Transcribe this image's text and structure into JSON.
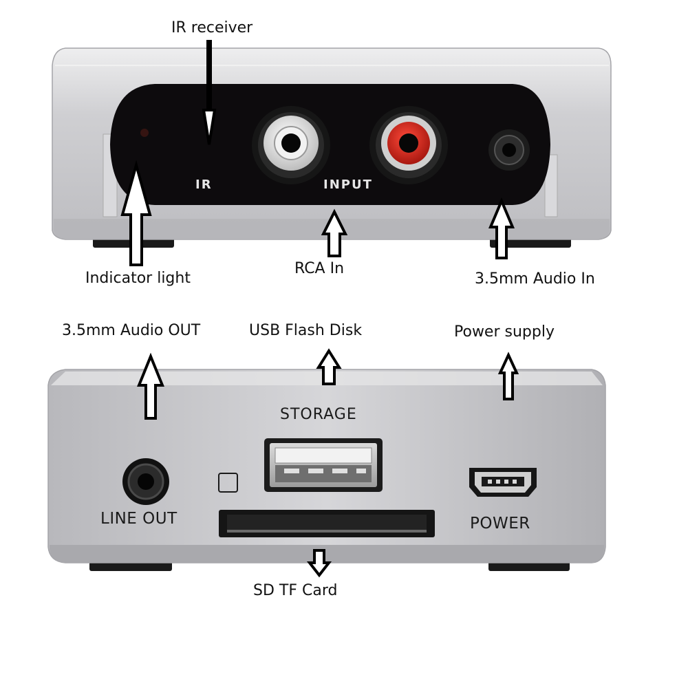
{
  "callouts": {
    "ir_receiver": "IR receiver",
    "indicator_light": "Indicator light",
    "rca_in": "RCA In",
    "audio_in": "3.5mm Audio In",
    "audio_out": "3.5mm Audio OUT",
    "usb_flash": "USB Flash Disk",
    "power_supply": "Power supply",
    "sd_tf_card": "SD TF Card"
  },
  "device_front": {
    "ir_label": "IR",
    "input_label": "INPUT"
  },
  "device_back": {
    "storage_label": "STORAGE",
    "line_out_label": "LINE OUT",
    "power_label": "POWER"
  },
  "colors": {
    "body_silver": "#c9c9cc",
    "panel_black": "#0d0b0d",
    "rca_white": "#e6e6e6",
    "rca_red": "#d2281e"
  }
}
